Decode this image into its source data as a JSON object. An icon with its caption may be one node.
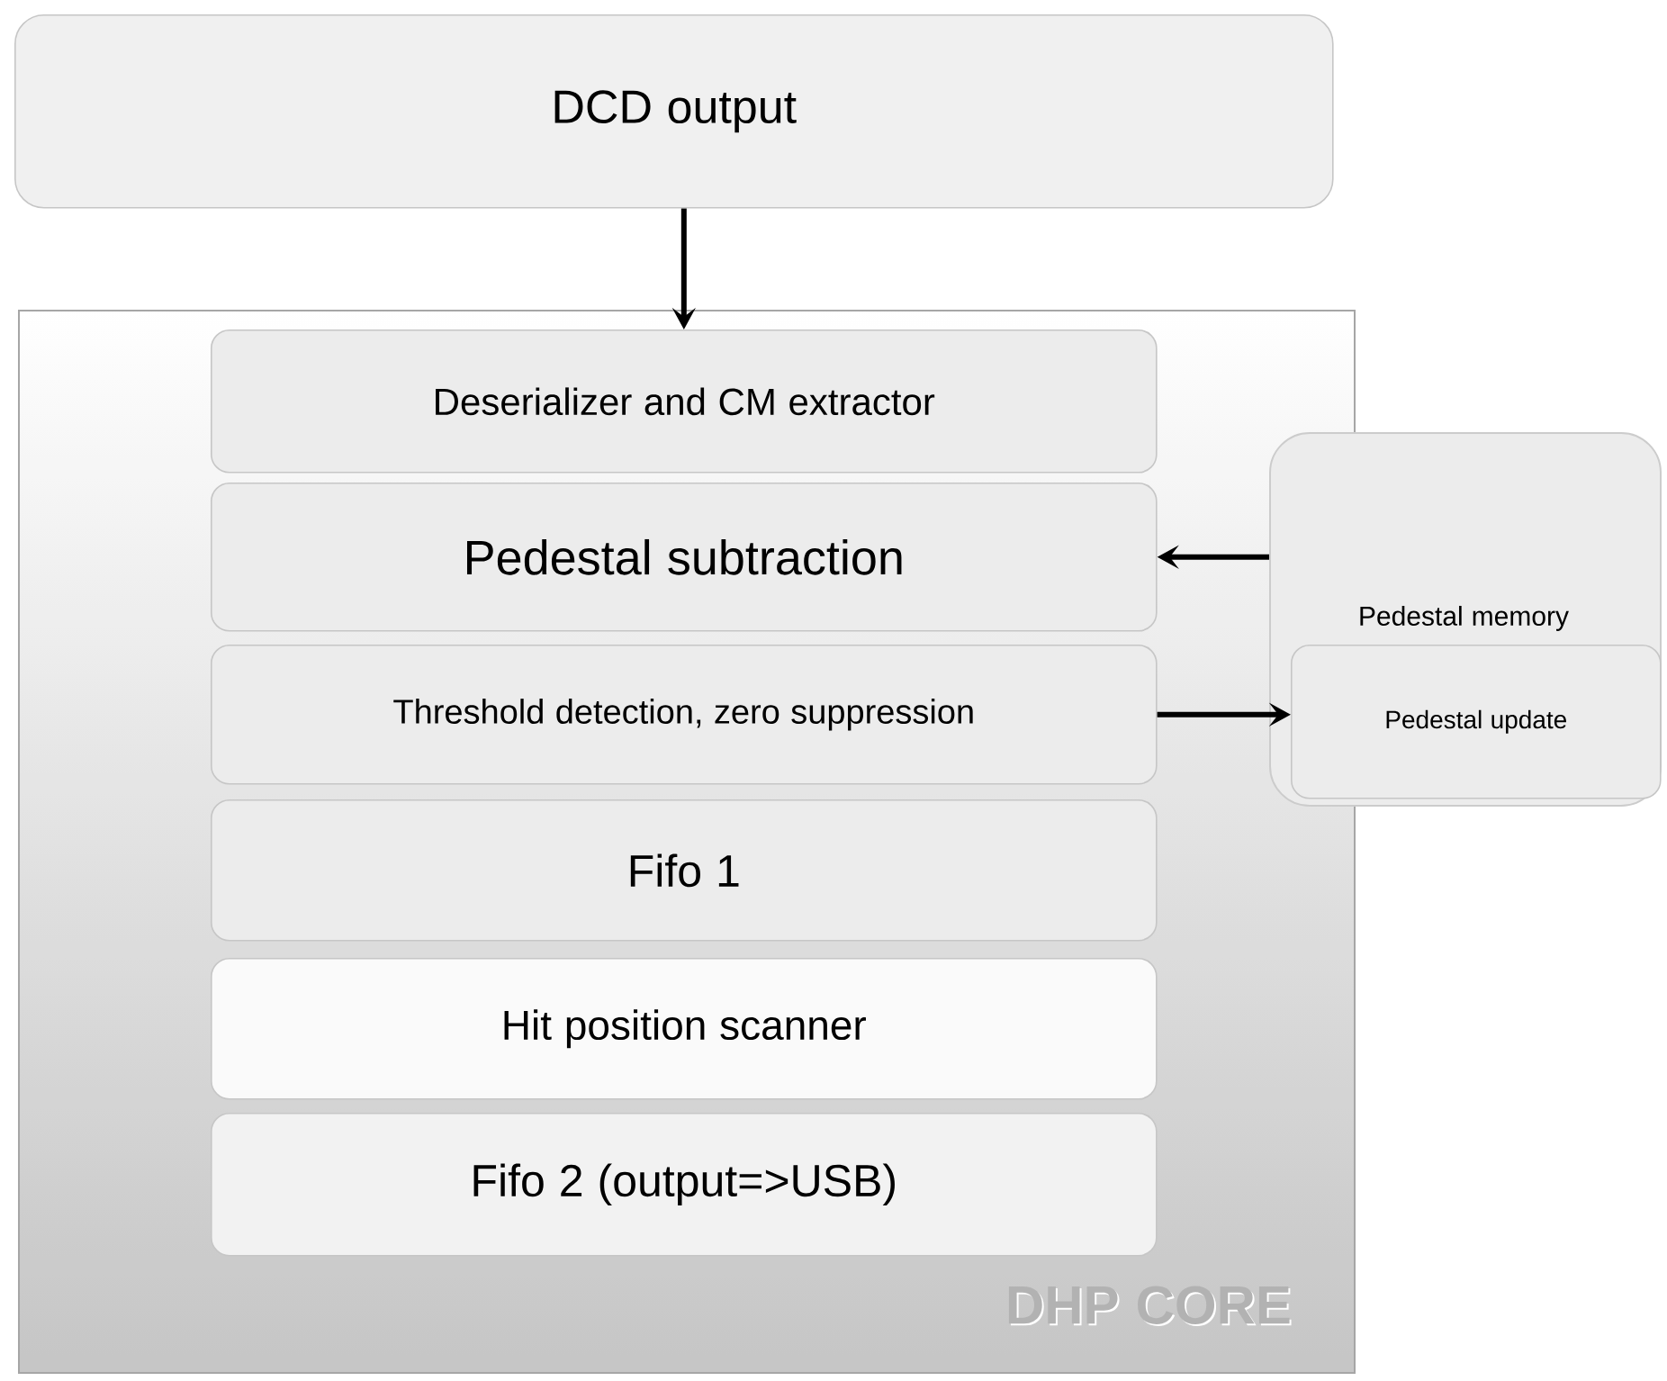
{
  "diagram": {
    "nodes": [
      {
        "text": [
          "DCD output"
        ]
      },
      {
        "text": [
          "DHP CORE"
        ]
      },
      {
        "text": [
          "Deserializer and CM extractor"
        ],
        "in": 1
      },
      {
        "text": [
          "Pedestal subtraction"
        ],
        "in": 1
      },
      {
        "text": [
          "Threshold detection, zero suppression"
        ],
        "in": 1
      },
      {
        "text": [
          "Fifo 1"
        ],
        "in": 1
      },
      {
        "text": [
          "Hit position scanner"
        ],
        "in": 1
      },
      {
        "text": [
          "Fifo 2 (output=>USB)"
        ],
        "in": 1
      },
      {
        "text": [
          "Pedestal memory"
        ]
      },
      {
        "text": [
          "Pedestal update"
        ],
        "in": 8
      }
    ],
    "edges": [
      {
        "from": 0,
        "to": 2,
        "arrow": "to"
      },
      {
        "from": 8,
        "to": 3,
        "arrow": "to"
      },
      {
        "from": 4,
        "to": 9,
        "arrow": "to"
      }
    ]
  }
}
